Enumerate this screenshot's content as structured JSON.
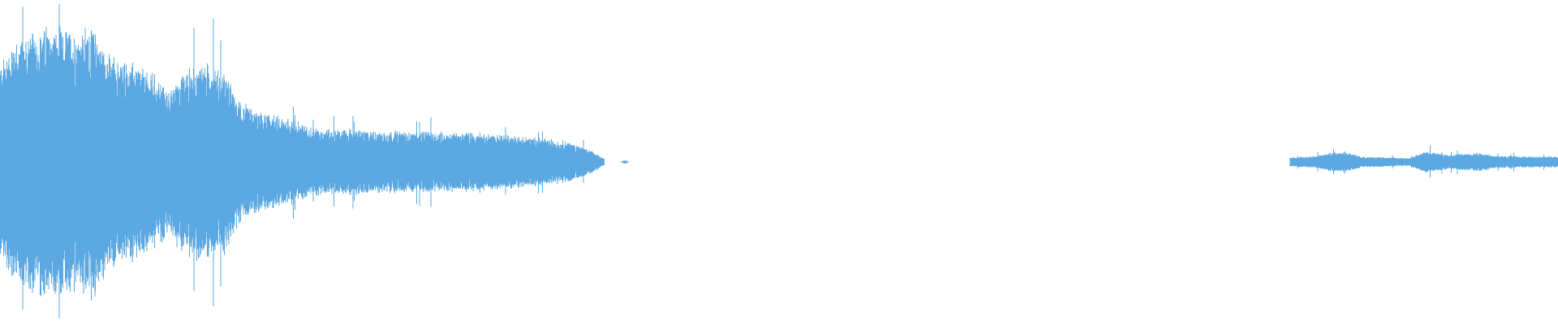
{
  "waveform": {
    "color": "#5ba8e2",
    "background": "#ffffff",
    "segments": [
      {
        "name": "primary-burst",
        "start_fraction": 0.0,
        "end_fraction": 0.388,
        "envelope": [
          [
            0.0,
            0.62
          ],
          [
            0.01,
            0.8
          ],
          [
            0.03,
            0.86
          ],
          [
            0.05,
            0.83
          ],
          [
            0.06,
            0.88
          ],
          [
            0.07,
            0.68
          ],
          [
            0.085,
            0.62
          ],
          [
            0.1,
            0.55
          ],
          [
            0.11,
            0.45
          ],
          [
            0.115,
            0.58
          ],
          [
            0.13,
            0.64
          ],
          [
            0.145,
            0.58
          ],
          [
            0.15,
            0.44
          ],
          [
            0.16,
            0.34
          ],
          [
            0.175,
            0.3
          ],
          [
            0.19,
            0.26
          ],
          [
            0.2,
            0.22
          ],
          [
            0.24,
            0.2
          ],
          [
            0.3,
            0.19
          ],
          [
            0.34,
            0.16
          ],
          [
            0.365,
            0.13
          ],
          [
            0.38,
            0.07
          ],
          [
            0.388,
            0.02
          ]
        ]
      },
      {
        "name": "small-blip",
        "start_fraction": 0.398,
        "end_fraction": 0.404,
        "envelope": [
          [
            0.398,
            0.0
          ],
          [
            0.401,
            0.012
          ],
          [
            0.404,
            0.0
          ]
        ]
      },
      {
        "name": "secondary-noise",
        "start_fraction": 0.828,
        "end_fraction": 1.0,
        "envelope": [
          [
            0.828,
            0.03
          ],
          [
            0.845,
            0.04
          ],
          [
            0.86,
            0.07
          ],
          [
            0.875,
            0.035
          ],
          [
            0.905,
            0.025
          ],
          [
            0.915,
            0.07
          ],
          [
            0.93,
            0.045
          ],
          [
            0.95,
            0.06
          ],
          [
            0.96,
            0.04
          ],
          [
            1.0,
            0.035
          ]
        ]
      }
    ]
  }
}
